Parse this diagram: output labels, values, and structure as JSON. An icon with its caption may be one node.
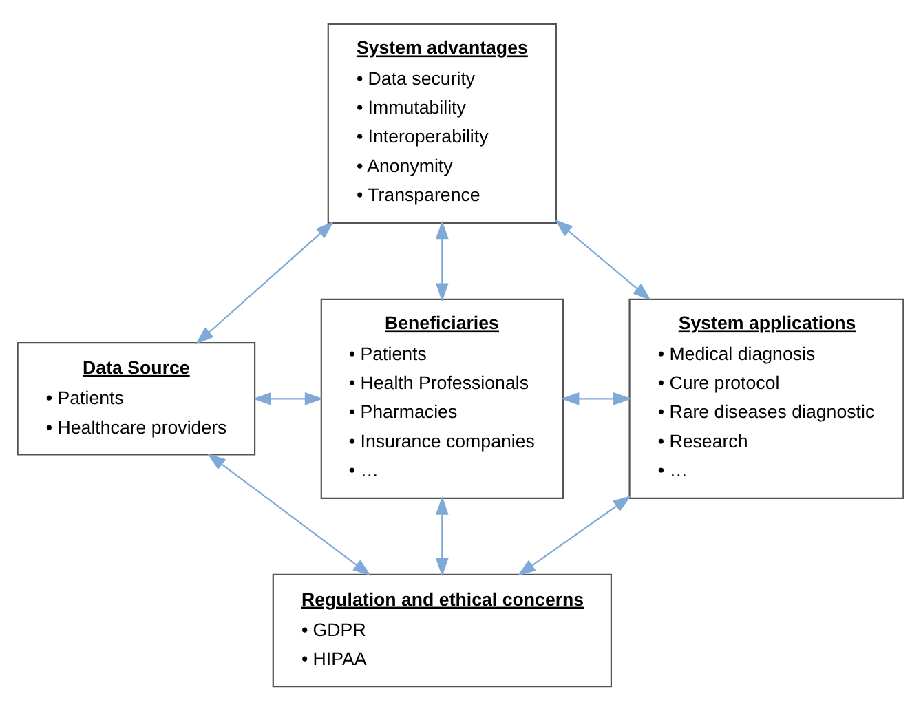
{
  "diagram": {
    "nodes": [
      {
        "text": [
          "System advantages",
          "• Data security",
          "• Immutability",
          "• Interoperability",
          "• Anonymity",
          "• Transparence"
        ]
      },
      {
        "text": [
          "Data Source",
          "• Patients",
          "• Healthcare providers"
        ]
      },
      {
        "text": [
          "Beneficiaries",
          "• Patients",
          "• Health Professionals",
          "• Pharmacies",
          "• Insurance companies",
          "• …"
        ]
      },
      {
        "text": [
          "System applications",
          "• Medical diagnosis",
          "• Cure protocol",
          "• Rare diseases diagnostic",
          "• Research",
          "• …"
        ]
      },
      {
        "text": [
          "Regulation and ethical concerns",
          "• GDPR",
          "• HIPAA"
        ]
      }
    ],
    "edges": [
      {
        "from": 0,
        "to": 1,
        "arrow": "both"
      },
      {
        "from": 0,
        "to": 3,
        "arrow": "both"
      },
      {
        "from": 0,
        "to": 2,
        "arrow": "both"
      },
      {
        "from": 1,
        "to": 2,
        "arrow": "both"
      },
      {
        "from": 2,
        "to": 3,
        "arrow": "both"
      },
      {
        "from": 2,
        "to": 4,
        "arrow": "both"
      },
      {
        "from": 1,
        "to": 4,
        "arrow": "both"
      },
      {
        "from": 3,
        "to": 4,
        "arrow": "both"
      }
    ]
  }
}
